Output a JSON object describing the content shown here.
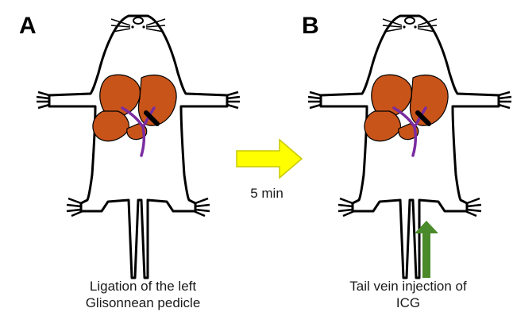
{
  "panels": [
    {
      "label": "A",
      "caption_line1": "Ligation of the left",
      "caption_line2": "Glisonnean pedicle"
    },
    {
      "label": "B",
      "caption_line1": "Tail vein injection of",
      "caption_line2": "ICG"
    }
  ],
  "arrow_text": "5 min",
  "colors": {
    "liver": "#c8541a",
    "vessel": "#7a2ca0",
    "ligature": "#000000",
    "time_arrow_fill": "#ffff00",
    "time_arrow_stroke": "#c8c800",
    "injection_arrow": "#4a8a2a"
  }
}
